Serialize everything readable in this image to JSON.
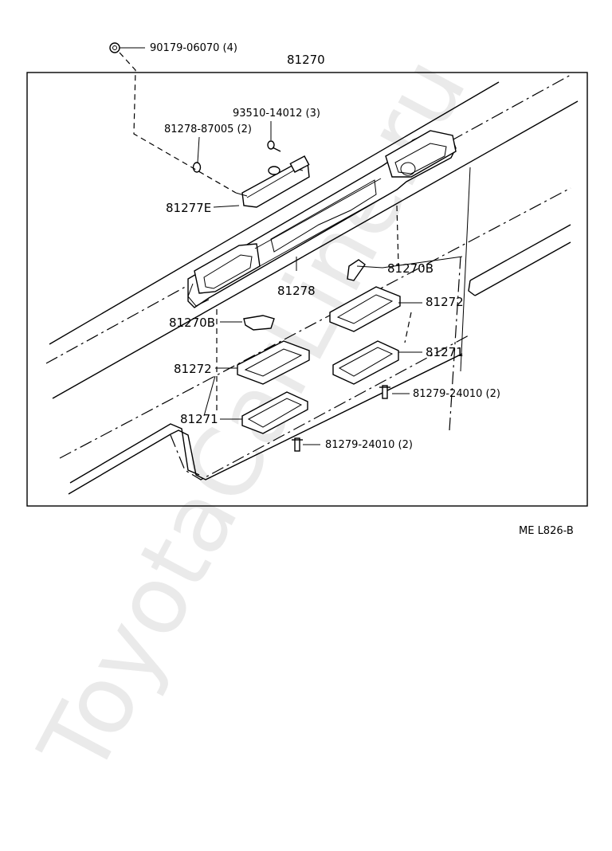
{
  "watermark": "ToyotaCarLine.ru",
  "figure_code": "ME L826-B",
  "labels": {
    "nut": "90179-06070 (4)",
    "assembly": "81270",
    "screw_top": "93510-14012 (3)",
    "grommet": "81278-87005 (2)",
    "socket": "81277E",
    "housing": "81278",
    "bulb_right": "81270B",
    "bulb_left": "81270B",
    "gasket_right": "81272",
    "gasket_left": "81272",
    "lens_right": "81271",
    "lens_left": "81271",
    "screw_right": "81279-24010 (2)",
    "screw_bottom": "81279-24010 (2)"
  }
}
